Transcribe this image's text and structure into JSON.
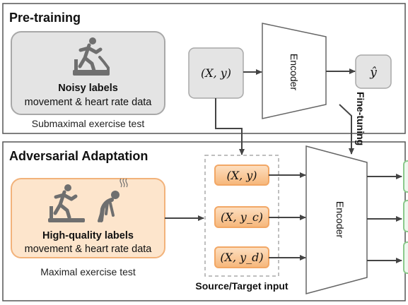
{
  "pretraining": {
    "title": "Pre-training",
    "source_box": {
      "icon": "treadmill-running-icon",
      "title": "Noisy labels",
      "subtitle": "movement & heart rate data"
    },
    "caption": "Submaximal exercise test",
    "input": "(X, y)",
    "encoder": "Encoder",
    "output": "ŷ"
  },
  "finetune_label": "Fine-tuning",
  "adaptation": {
    "title": "Adversarial Adaptation",
    "source_box": {
      "icons": [
        "treadmill-running-icon",
        "exhausted-person-icon"
      ],
      "title": "High-quality labels",
      "subtitle": "movement & heart rate data"
    },
    "caption": "Maximal exercise test",
    "inputs": [
      "(X, y)",
      "(X, y_c)",
      "(X, y_d)"
    ],
    "group_label": "Source/Target input",
    "encoder": "Encoder"
  },
  "colors": {
    "panel_border": "#555555",
    "gray_fill": "#e4e4e4",
    "gray_stroke": "#a8a8a8",
    "orange_fill": "#fde5cc",
    "orange_stroke": "#f2b27a",
    "orange_chip": "#f9c896",
    "green_stroke": "#8cc98c",
    "icon_gray": "#6f6f6f"
  }
}
